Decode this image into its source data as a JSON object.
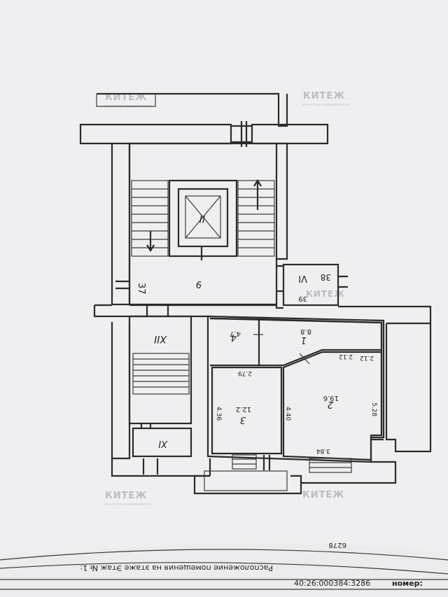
{
  "watermark": {
    "brand": "КИТЕЖ",
    "sub": "агентство недвижимости"
  },
  "rooms": {
    "stair_hall": {
      "number": "9",
      "area": "37"
    },
    "elevator": {
      "number": "II"
    },
    "room_vi": {
      "number": "VI",
      "area": "38",
      "dim": "39"
    },
    "room_xii": {
      "number": "XII"
    },
    "room_xi": {
      "number": "XI"
    },
    "room_4": {
      "number": "4",
      "area": "4.7"
    },
    "room_1": {
      "number": "1",
      "area": "8.8"
    },
    "room_3": {
      "number": "3",
      "area": "12.2"
    },
    "room_2": {
      "number": "2",
      "area": "19.6"
    }
  },
  "dimensions": {
    "r3_top": "2.79",
    "r3_left": "4.36",
    "r3_right": "4.40",
    "r2_top": "2.12",
    "r2_top2": "2.12",
    "r2_right": "5.28",
    "r2_bottom": "3.84"
  },
  "stamp": {
    "line1": "Расположение помещения на этаже Этаж № 1:",
    "cad_label": "номер:",
    "cad_number": "40:26:000384:3286",
    "fragment": "6278"
  }
}
